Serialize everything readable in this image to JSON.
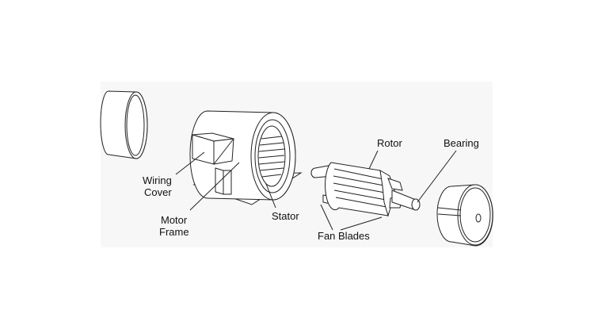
{
  "diagram": {
    "labels": {
      "wiring_cover_line1": "Wiring",
      "wiring_cover_line2": "Cover",
      "motor_frame_line1": "Motor",
      "motor_frame_line2": "Frame",
      "stator": "Stator",
      "rotor": "Rotor",
      "bearing": "Bearing",
      "fan_blades": "Fan Blades"
    },
    "colors": {
      "background": "#f7f7f7",
      "line": "#222222"
    }
  }
}
